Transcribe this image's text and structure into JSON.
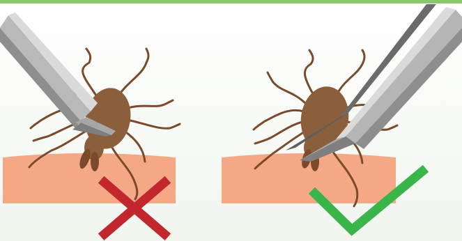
{
  "illustration": {
    "panels": [
      {
        "id": "wrong",
        "verdict": "incorrect",
        "mark_icon": "cross-icon",
        "mark_color": "#C1272D"
      },
      {
        "id": "right",
        "verdict": "correct",
        "mark_icon": "checkmark-icon",
        "mark_color": "#3AB54A"
      }
    ],
    "colors": {
      "top_border": "#8CC66E",
      "skin": "#F4A886",
      "tick_body": "#8B5E3C",
      "tick_legs": "#7A4A2A",
      "tweezers_light": "#CFCFCF",
      "tweezers_dark": "#8E8E8E",
      "background_top": "#FFFFFF",
      "background_bottom": "#F1F5EE"
    },
    "icons": [
      "tweezers-icon",
      "tick-icon",
      "skin-icon",
      "cross-icon",
      "checkmark-icon"
    ]
  }
}
